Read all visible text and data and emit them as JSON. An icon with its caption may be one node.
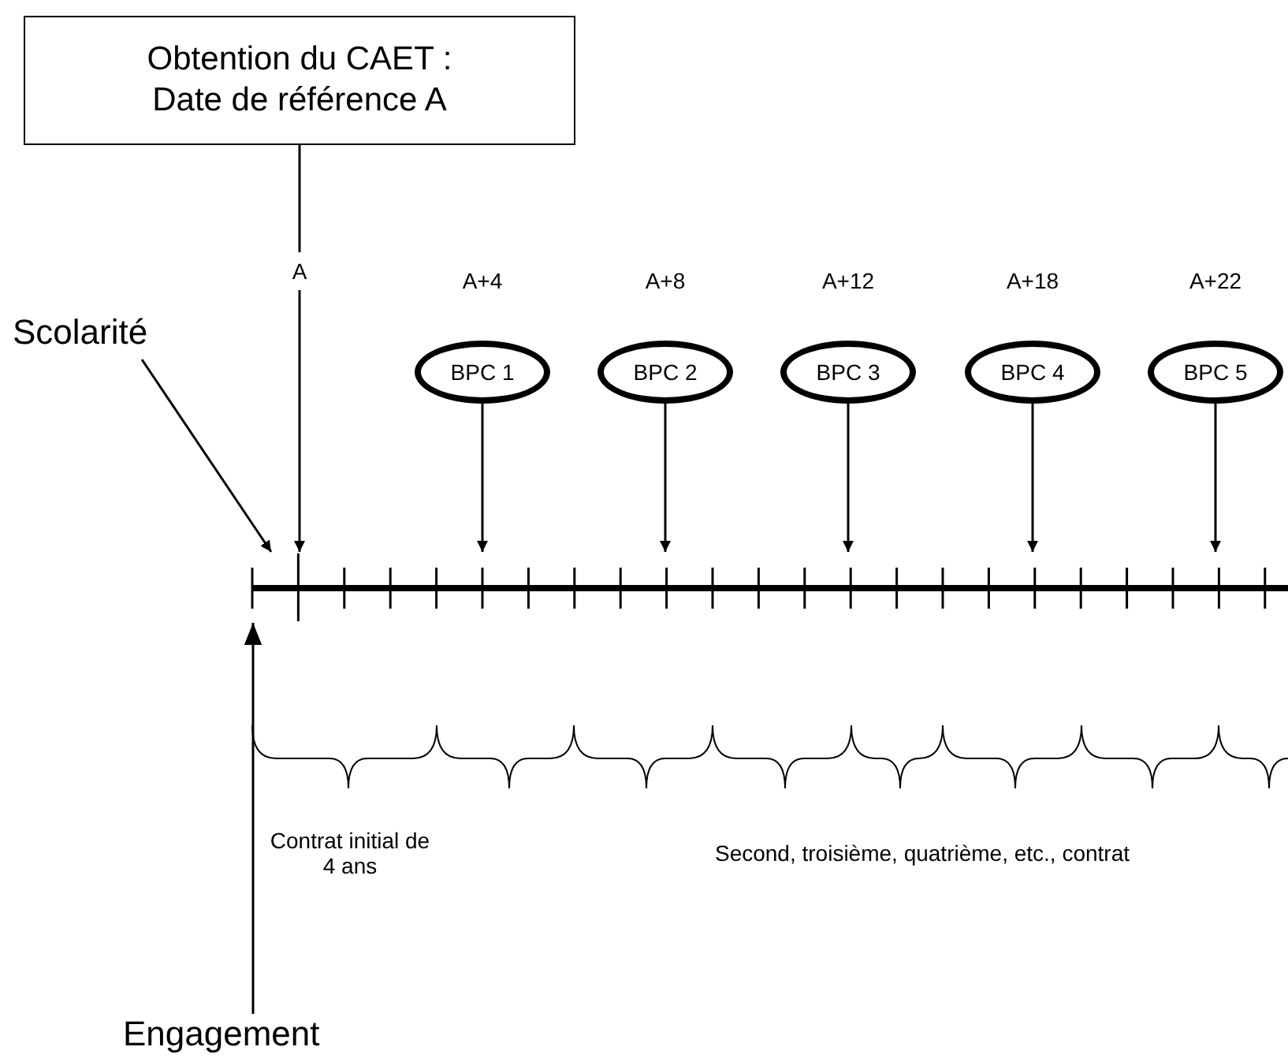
{
  "diagram": {
    "nodes": [
      {
        "text": [
          "Obtention du CAET : Date de référence A"
        ]
      },
      {
        "text": [
          "Scolarité"
        ]
      },
      {
        "text": [
          "BPC 1"
        ]
      },
      {
        "text": [
          "BPC 2"
        ]
      },
      {
        "text": [
          "BPC 3"
        ]
      },
      {
        "text": [
          "BPC 4"
        ]
      },
      {
        "text": [
          "BPC 5"
        ]
      },
      {
        "text": [],
        "shape": "bar"
      },
      {
        "text": [
          "Engagement"
        ]
      }
    ],
    "edges": [
      {
        "from": 0,
        "to": 7,
        "arrow": "to",
        "label": "A"
      },
      {
        "from": 1,
        "to": 7,
        "arrow": "to"
      },
      {
        "from": 2,
        "to": 7,
        "arrow": "to"
      },
      {
        "from": 3,
        "to": 7,
        "arrow": "to"
      },
      {
        "from": 4,
        "to": 7,
        "arrow": "to"
      },
      {
        "from": 5,
        "to": 7,
        "arrow": "to"
      },
      {
        "from": 6,
        "to": 7,
        "arrow": "to"
      },
      {
        "from": 8,
        "to": 7,
        "arrow": "to"
      }
    ],
    "labels": [
      "A+4",
      "A+8",
      "A+12",
      "A+18",
      "A+22",
      "Contrat initial de 4 ans",
      "Second, troisième, quatrième, etc., contrat"
    ]
  }
}
